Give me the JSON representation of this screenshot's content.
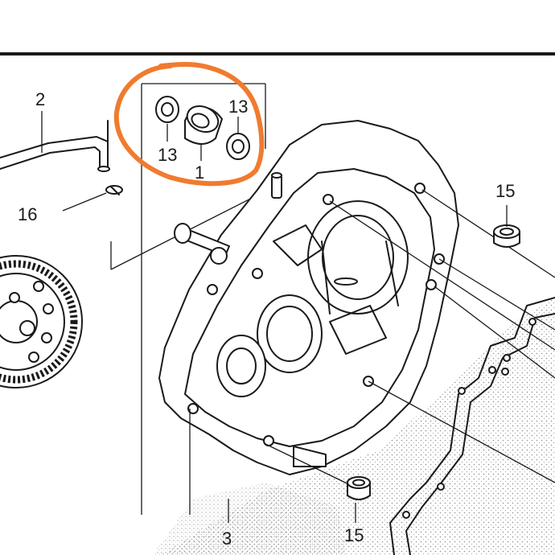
{
  "callouts": {
    "p2": "2",
    "p16": "16",
    "p13_top": "13",
    "p13_bottom": "13",
    "p1": "1",
    "p15_top": "15",
    "p15_bottom": "15",
    "p3": "3"
  },
  "colors": {
    "highlight": "#f07b2f",
    "line": "#1a1a1a",
    "background": "#ffffff"
  }
}
